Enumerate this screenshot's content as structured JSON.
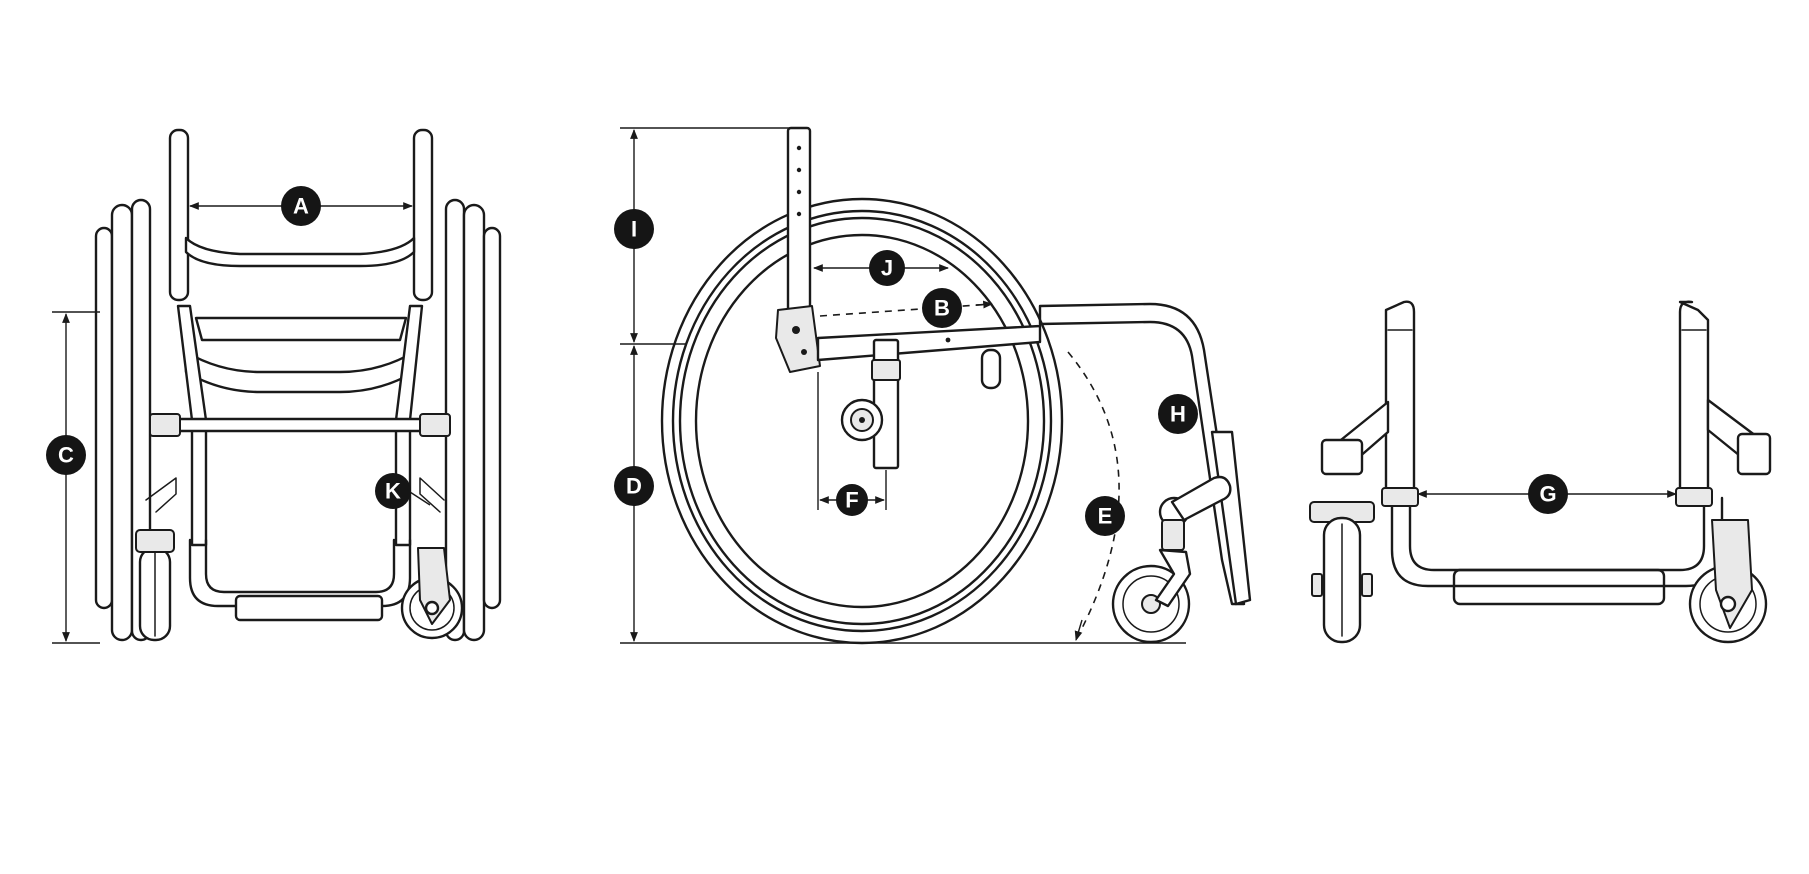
{
  "views": [
    "front-view",
    "side-view",
    "rear-view"
  ],
  "labels": {
    "A": "A",
    "B": "B",
    "C": "C",
    "D": "D",
    "E": "E",
    "F": "F",
    "G": "G",
    "H": "H",
    "I": "I",
    "J": "J",
    "K": "K"
  },
  "colors": {
    "line": "#1a1a1a",
    "badge": "#151515",
    "badge_text": "#ffffff",
    "background": "#ffffff"
  }
}
